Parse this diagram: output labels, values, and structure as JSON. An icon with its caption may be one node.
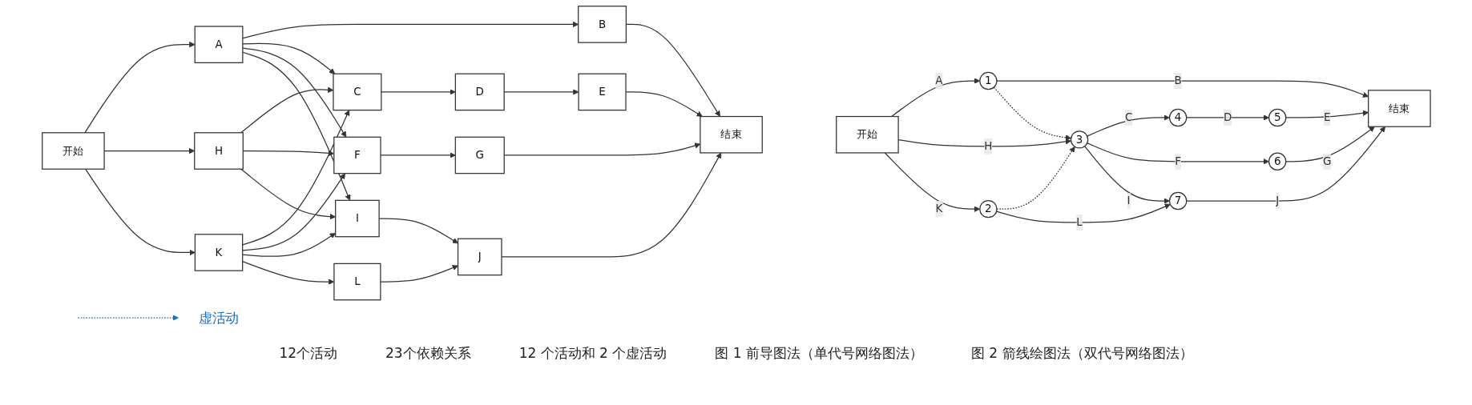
{
  "diagram": {
    "nodes": [
      {
        "text": [
          "开始"
        ]
      },
      {
        "text": [
          "A"
        ]
      },
      {
        "text": [
          "B"
        ]
      },
      {
        "text": [
          "C"
        ]
      },
      {
        "text": [
          "D"
        ]
      },
      {
        "text": [
          "E"
        ]
      },
      {
        "text": [
          "H"
        ]
      },
      {
        "text": [
          "F"
        ]
      },
      {
        "text": [
          "G"
        ]
      },
      {
        "text": [
          "结束"
        ]
      },
      {
        "text": [
          "I"
        ]
      },
      {
        "text": [
          "J"
        ]
      },
      {
        "text": [
          "K"
        ]
      },
      {
        "text": [
          "L"
        ]
      },
      {
        "text": [
          "开始"
        ]
      },
      {
        "text": [
          "1"
        ]
      },
      {
        "text": [
          "虚活动"
        ]
      },
      {
        "text": [
          "4"
        ]
      },
      {
        "text": [
          "5"
        ]
      },
      {
        "text": [
          "3"
        ]
      },
      {
        "text": [
          "6"
        ]
      },
      {
        "text": [
          "结束"
        ]
      },
      {
        "text": [
          "7"
        ]
      },
      {
        "text": [
          "2"
        ]
      }
    ],
    "edges": [
      {
        "from": 0,
        "to": 1,
        "arrow": "to"
      },
      {
        "from": 0,
        "to": 6,
        "arrow": "to"
      },
      {
        "from": 0,
        "to": 12,
        "arrow": "to"
      },
      {
        "from": 1,
        "to": 2,
        "arrow": "to"
      },
      {
        "from": 1,
        "to": 3,
        "arrow": "to"
      },
      {
        "from": 1,
        "to": 7,
        "arrow": "to"
      },
      {
        "from": 1,
        "to": 10,
        "arrow": "to"
      },
      {
        "from": 6,
        "to": 3,
        "arrow": "to"
      },
      {
        "from": 6,
        "to": 7,
        "arrow": "to"
      },
      {
        "from": 6,
        "to": 10,
        "arrow": "to"
      },
      {
        "from": 12,
        "to": 3,
        "arrow": "to"
      },
      {
        "from": 12,
        "to": 7,
        "arrow": "to"
      },
      {
        "from": 12,
        "to": 10,
        "arrow": "to"
      },
      {
        "from": 3,
        "to": 4,
        "arrow": "to"
      },
      {
        "from": 4,
        "to": 5,
        "arrow": "to"
      },
      {
        "from": 5,
        "to": 9,
        "arrow": "to"
      },
      {
        "from": 2,
        "to": 9,
        "arrow": "to"
      },
      {
        "from": 7,
        "to": 8,
        "arrow": "to"
      },
      {
        "from": 8,
        "to": 9,
        "arrow": "to"
      },
      {
        "from": 10,
        "to": 11,
        "arrow": "to"
      },
      {
        "from": 12,
        "to": 13,
        "arrow": "to"
      },
      {
        "from": 13,
        "to": 11,
        "arrow": "to"
      },
      {
        "from": 11,
        "to": 9,
        "arrow": "to"
      },
      {
        "from": 14,
        "to": 15,
        "arrow": "to",
        "label": "A"
      },
      {
        "from": 14,
        "to": 19,
        "arrow": "to",
        "label": "H"
      },
      {
        "from": 14,
        "to": 23,
        "arrow": "to",
        "label": "K"
      },
      {
        "from": 15,
        "to": 21,
        "arrow": "to",
        "label": "B"
      },
      {
        "from": 15,
        "to": 19,
        "arrow": "to",
        "style": "dashed"
      },
      {
        "from": null,
        "to": 16,
        "arrow": "to",
        "style": "dashed",
        "color": "#1a6fc0"
      },
      {
        "from": 19,
        "to": 17,
        "arrow": "to",
        "label": "C"
      },
      {
        "from": 17,
        "to": 18,
        "arrow": "to",
        "label": "D"
      },
      {
        "from": 18,
        "to": 21,
        "arrow": "to",
        "label": "E"
      },
      {
        "from": 19,
        "to": 20,
        "arrow": "to",
        "label": "F"
      },
      {
        "from": 20,
        "to": 21,
        "arrow": "to",
        "label": "G"
      },
      {
        "from": 19,
        "to": 22,
        "arrow": "to",
        "label": "I"
      },
      {
        "from": 22,
        "to": 21,
        "arrow": "to",
        "label": "J"
      },
      {
        "from": 23,
        "to": 19,
        "arrow": "to",
        "style": "dashed"
      },
      {
        "from": 23,
        "to": 22,
        "arrow": "to",
        "label": "L"
      }
    ],
    "labels": [
      "12个活动",
      "23个依赖关系",
      "12 个活动和 2 个虚活动",
      "图 1 前导图法（单代号网络图法）",
      "图 2 箭线绘图法（双代号网络图法）"
    ]
  }
}
